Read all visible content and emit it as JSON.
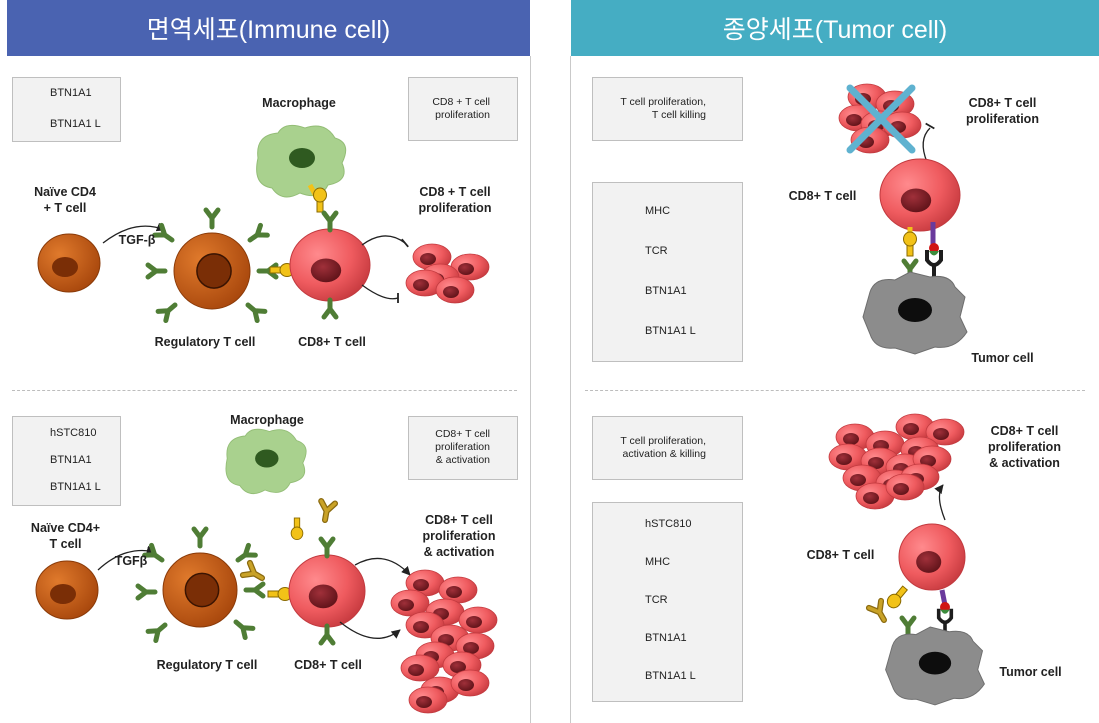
{
  "header": {
    "left_title": "면역세포(Immune cell)",
    "right_title": "종양세포(Tumor cell)",
    "left_color": "#4a63b1",
    "right_color": "#45adc3"
  },
  "colors": {
    "receptor_green": "#4f7d35",
    "ligand_yellow": "#f2c218",
    "antibody_gold": "#c9a227",
    "cd8_cell": "#ef5b5f",
    "treg_cell": "#c85a12",
    "macrophage": "#a9d18e",
    "tumor_cell": "#8c8c8c",
    "arrow_down": "#45adc3",
    "arrow_up": "#3f63b8"
  },
  "left_top": {
    "legend": [
      "BTN1A1",
      "BTN1A1 L"
    ],
    "legend_icons": [
      "receptor-icon",
      "ligand-icon"
    ],
    "note": [
      "CD8 + T cell",
      "proliferation"
    ],
    "note_arrow": "down-arrow-icon",
    "labels": {
      "naive": [
        "Naïve CD4",
        "+ T cell"
      ],
      "tgf": "TGF-β",
      "macrophage": "Macrophage",
      "regulatory": "Regulatory T cell",
      "cd8": "CD8+ T cell",
      "prolif": [
        "CD8 + T cell",
        "proliferation"
      ]
    }
  },
  "left_bottom": {
    "legend": [
      "hSTC810",
      "BTN1A1",
      "BTN1A1 L"
    ],
    "legend_icons": [
      "receptor-icon",
      "antibody-icon",
      "ligand-icon"
    ],
    "note": [
      "CD8+ T cell",
      "proliferation",
      "& activation"
    ],
    "note_arrow": "up-arrow-icon",
    "labels": {
      "naive": [
        "Naïve CD4+",
        "T cell"
      ],
      "tgf": "TGFβ",
      "macrophage": "Macrophage",
      "regulatory": "Regulatory T cell",
      "cd8": "CD8+ T cell",
      "prolif": [
        "CD8+ T cell",
        "proliferation",
        "& activation"
      ]
    }
  },
  "right_top": {
    "note": [
      "T cell proliferation,",
      "T cell killing"
    ],
    "note_arrow": "down-arrow-icon",
    "legend": [
      "MHC",
      "TCR",
      "BTN1A1",
      "BTN1A1 L"
    ],
    "legend_icons": [
      "mhc-icon",
      "tcr-icon",
      "receptor-icon",
      "ligand-icon"
    ],
    "labels": {
      "cd8": "CD8+ T cell",
      "prolif": [
        "CD8+ T cell",
        "proliferation"
      ],
      "tumor": "Tumor cell"
    }
  },
  "right_bottom": {
    "note": [
      "T cell proliferation,",
      "activation & killing"
    ],
    "note_arrow": "up-arrow-icon",
    "legend": [
      "hSTC810",
      "MHC",
      "TCR",
      "BTN1A1",
      "BTN1A1 L"
    ],
    "legend_icons": [
      "antibody-icon",
      "mhc-icon",
      "tcr-icon",
      "receptor-icon",
      "ligand-icon"
    ],
    "labels": {
      "cd8": "CD8+ T cell",
      "prolif": [
        "CD8+ T cell",
        "proliferation",
        "& activation"
      ],
      "tumor": "Tumor cell"
    }
  }
}
